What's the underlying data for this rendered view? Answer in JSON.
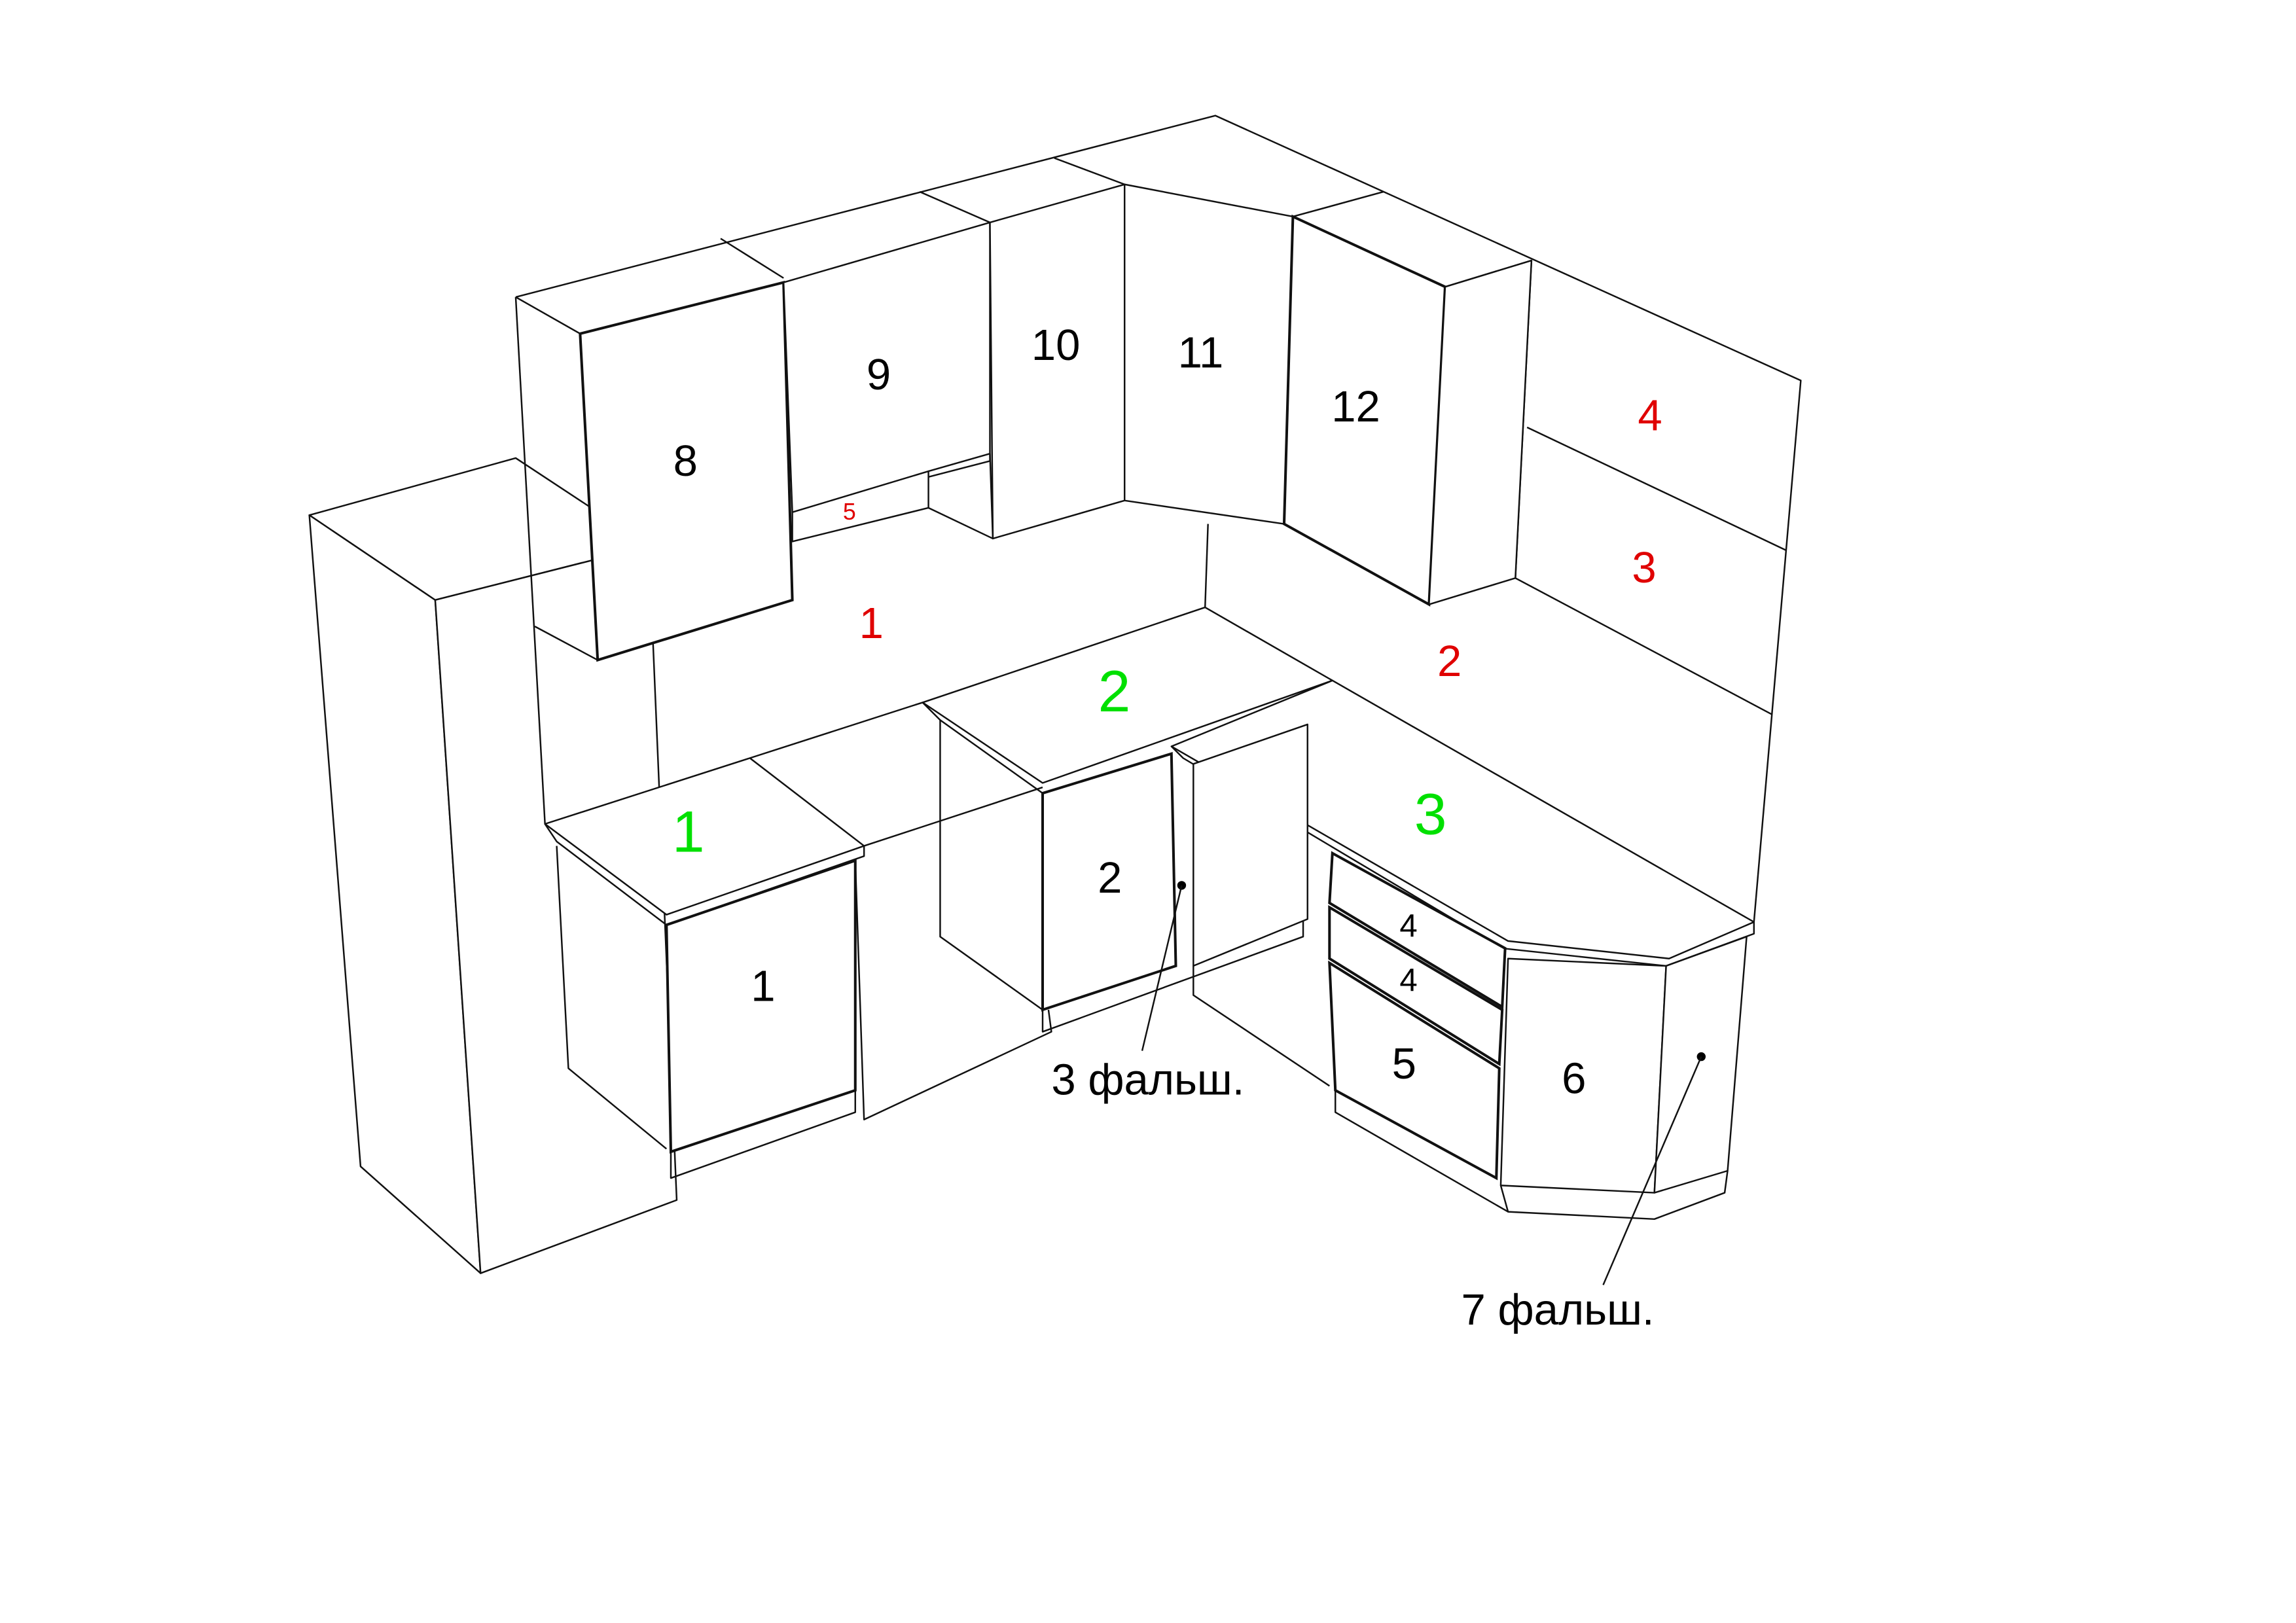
{
  "colors": {
    "line": "#111111",
    "door_label": "#000000",
    "wall_panel_label": "#e00000",
    "countertop_label": "#00e000"
  },
  "upper_cabinets": [
    "8",
    "9",
    "10",
    "11",
    "12"
  ],
  "base_cabinets": {
    "c1": "1",
    "c2": "2",
    "drawer_a": "4",
    "drawer_b": "4",
    "c5": "5",
    "c6": "6"
  },
  "wall_panels": {
    "p1": "1",
    "p2": "2",
    "p3": "3",
    "p4": "4",
    "p5": "5"
  },
  "countertops": [
    "1",
    "2",
    "3"
  ],
  "annotations": {
    "false_door_3": "3 фальш.",
    "false_door_7": "7 фальш."
  }
}
